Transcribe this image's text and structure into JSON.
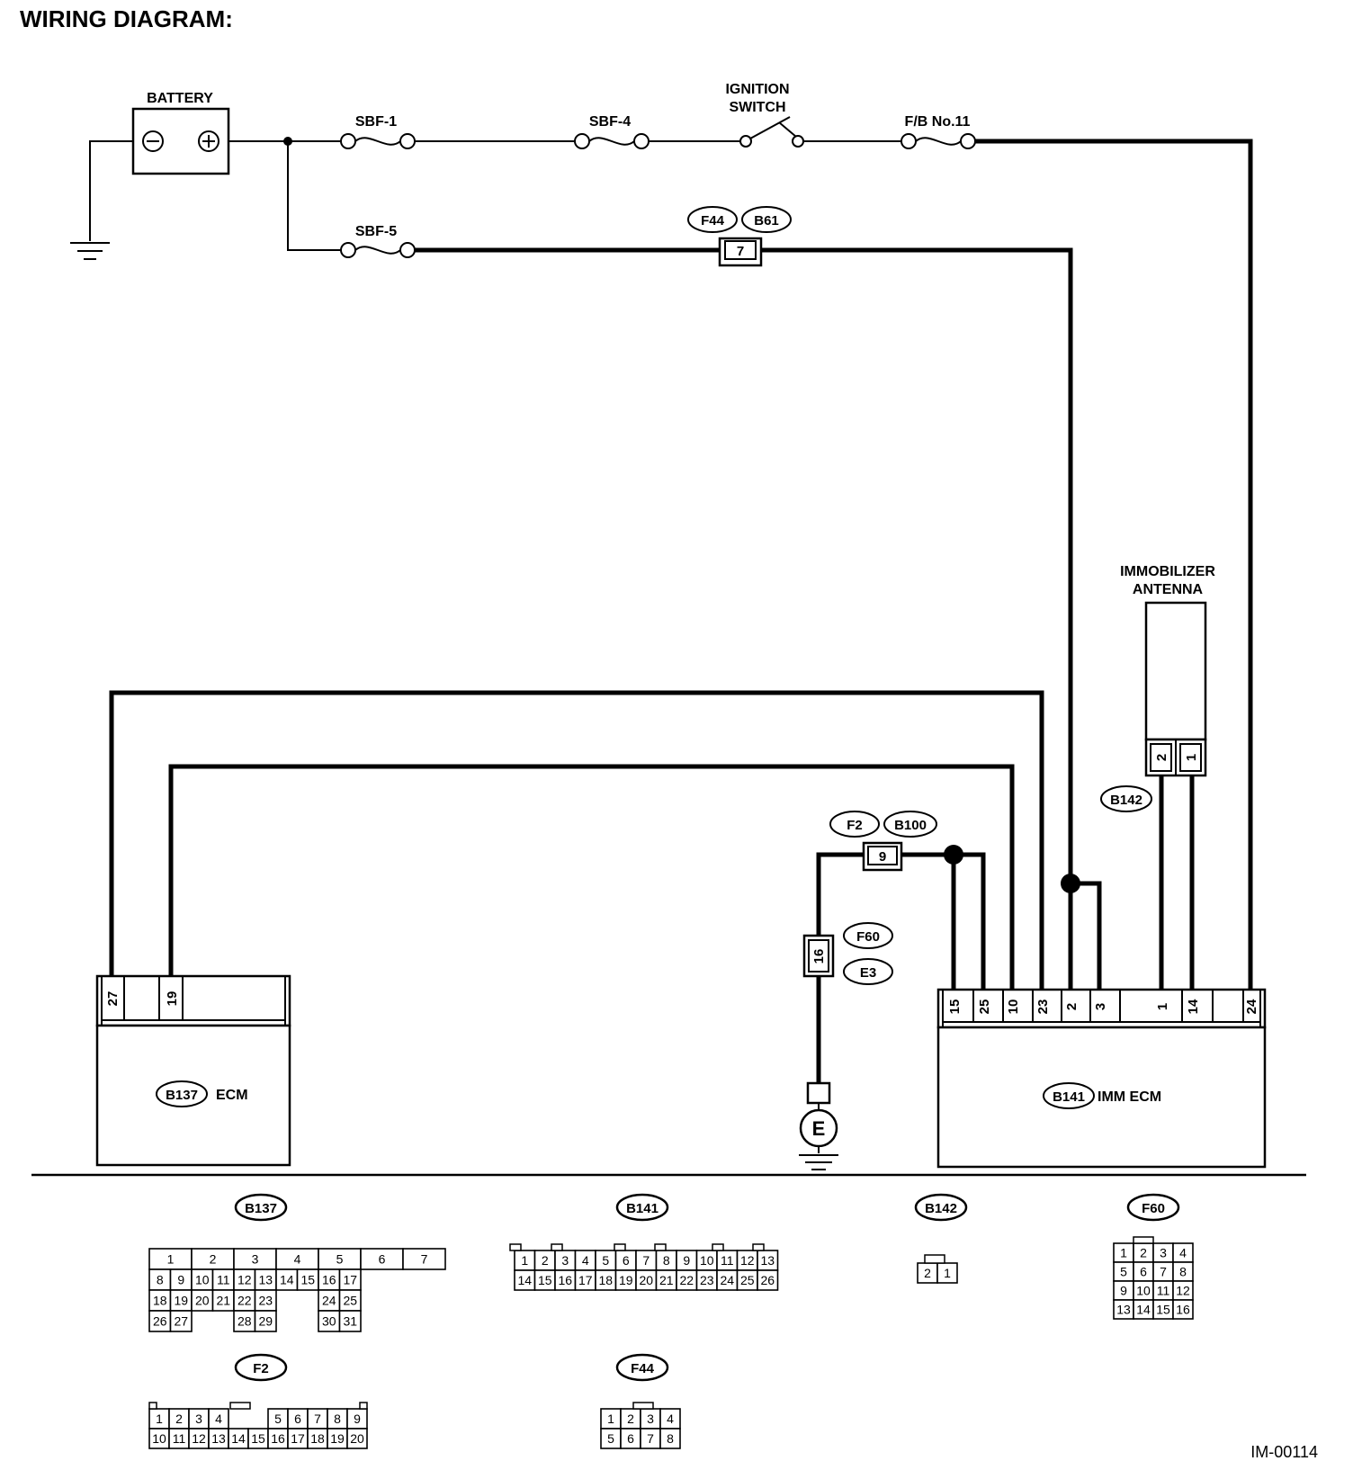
{
  "title": "WIRING DIAGRAM:",
  "code": "IM-00114",
  "components": {
    "battery": "BATTERY",
    "sbf1": "SBF-1",
    "sbf4": "SBF-4",
    "sbf5": "SBF-5",
    "ignition_switch_line1": "IGNITION",
    "ignition_switch_line2": "SWITCH",
    "fb11": "F/B No.11",
    "antenna_line1": "IMMOBILIZER",
    "antenna_line2": "ANTENNA",
    "ecm": "ECM",
    "imm_ecm": "IMM ECM",
    "ground": "E"
  },
  "connectors": {
    "f44": "F44",
    "b61": "B61",
    "f44_b61_pin": "7",
    "f2": "F2",
    "b100": "B100",
    "f2_b100_pin": "9",
    "f60": "F60",
    "e3": "E3",
    "f60_e3_pin": "16",
    "b142": "B142",
    "b137": "B137",
    "b141": "B141"
  },
  "ecm_pins": [
    "27",
    "19"
  ],
  "imm_ecm_pins": [
    "15",
    "25",
    "10",
    "23",
    "2",
    "3",
    "1",
    "14",
    "24"
  ],
  "antenna_pins": [
    "2",
    "1"
  ],
  "connector_faces": {
    "b137": {
      "label": "B137",
      "rows": [
        [
          "1",
          "2",
          "3",
          "4",
          "5",
          "6",
          "7"
        ],
        [
          "8",
          "9",
          "10",
          "11",
          "12",
          "13",
          "14",
          "15",
          "16",
          "17"
        ],
        [
          "18",
          "19",
          "20",
          "21",
          "22",
          "23",
          "24",
          "25"
        ],
        [
          "26",
          "27",
          "28",
          "29",
          "30",
          "31"
        ]
      ]
    },
    "b141": {
      "label": "B141",
      "rows": [
        [
          "1",
          "2",
          "3",
          "4",
          "5",
          "6",
          "7",
          "8",
          "9",
          "10",
          "11",
          "12",
          "13"
        ],
        [
          "14",
          "15",
          "16",
          "17",
          "18",
          "19",
          "20",
          "21",
          "22",
          "23",
          "24",
          "25",
          "26"
        ]
      ]
    },
    "b142": {
      "label": "B142",
      "rows": [
        [
          "2",
          "1"
        ]
      ]
    },
    "f60": {
      "label": "F60",
      "rows": [
        [
          "1",
          "2",
          "3",
          "4"
        ],
        [
          "5",
          "6",
          "7",
          "8"
        ],
        [
          "9",
          "10",
          "11",
          "12"
        ],
        [
          "13",
          "14",
          "15",
          "16"
        ]
      ]
    },
    "f2": {
      "label": "F2",
      "rows": [
        [
          "1",
          "2",
          "3",
          "4",
          "5",
          "6",
          "7",
          "8",
          "9"
        ],
        [
          "10",
          "11",
          "12",
          "13",
          "14",
          "15",
          "16",
          "17",
          "18",
          "19",
          "20"
        ]
      ]
    },
    "f44": {
      "label": "F44",
      "rows": [
        [
          "1",
          "2",
          "3",
          "4"
        ],
        [
          "5",
          "6",
          "7",
          "8"
        ]
      ]
    }
  }
}
